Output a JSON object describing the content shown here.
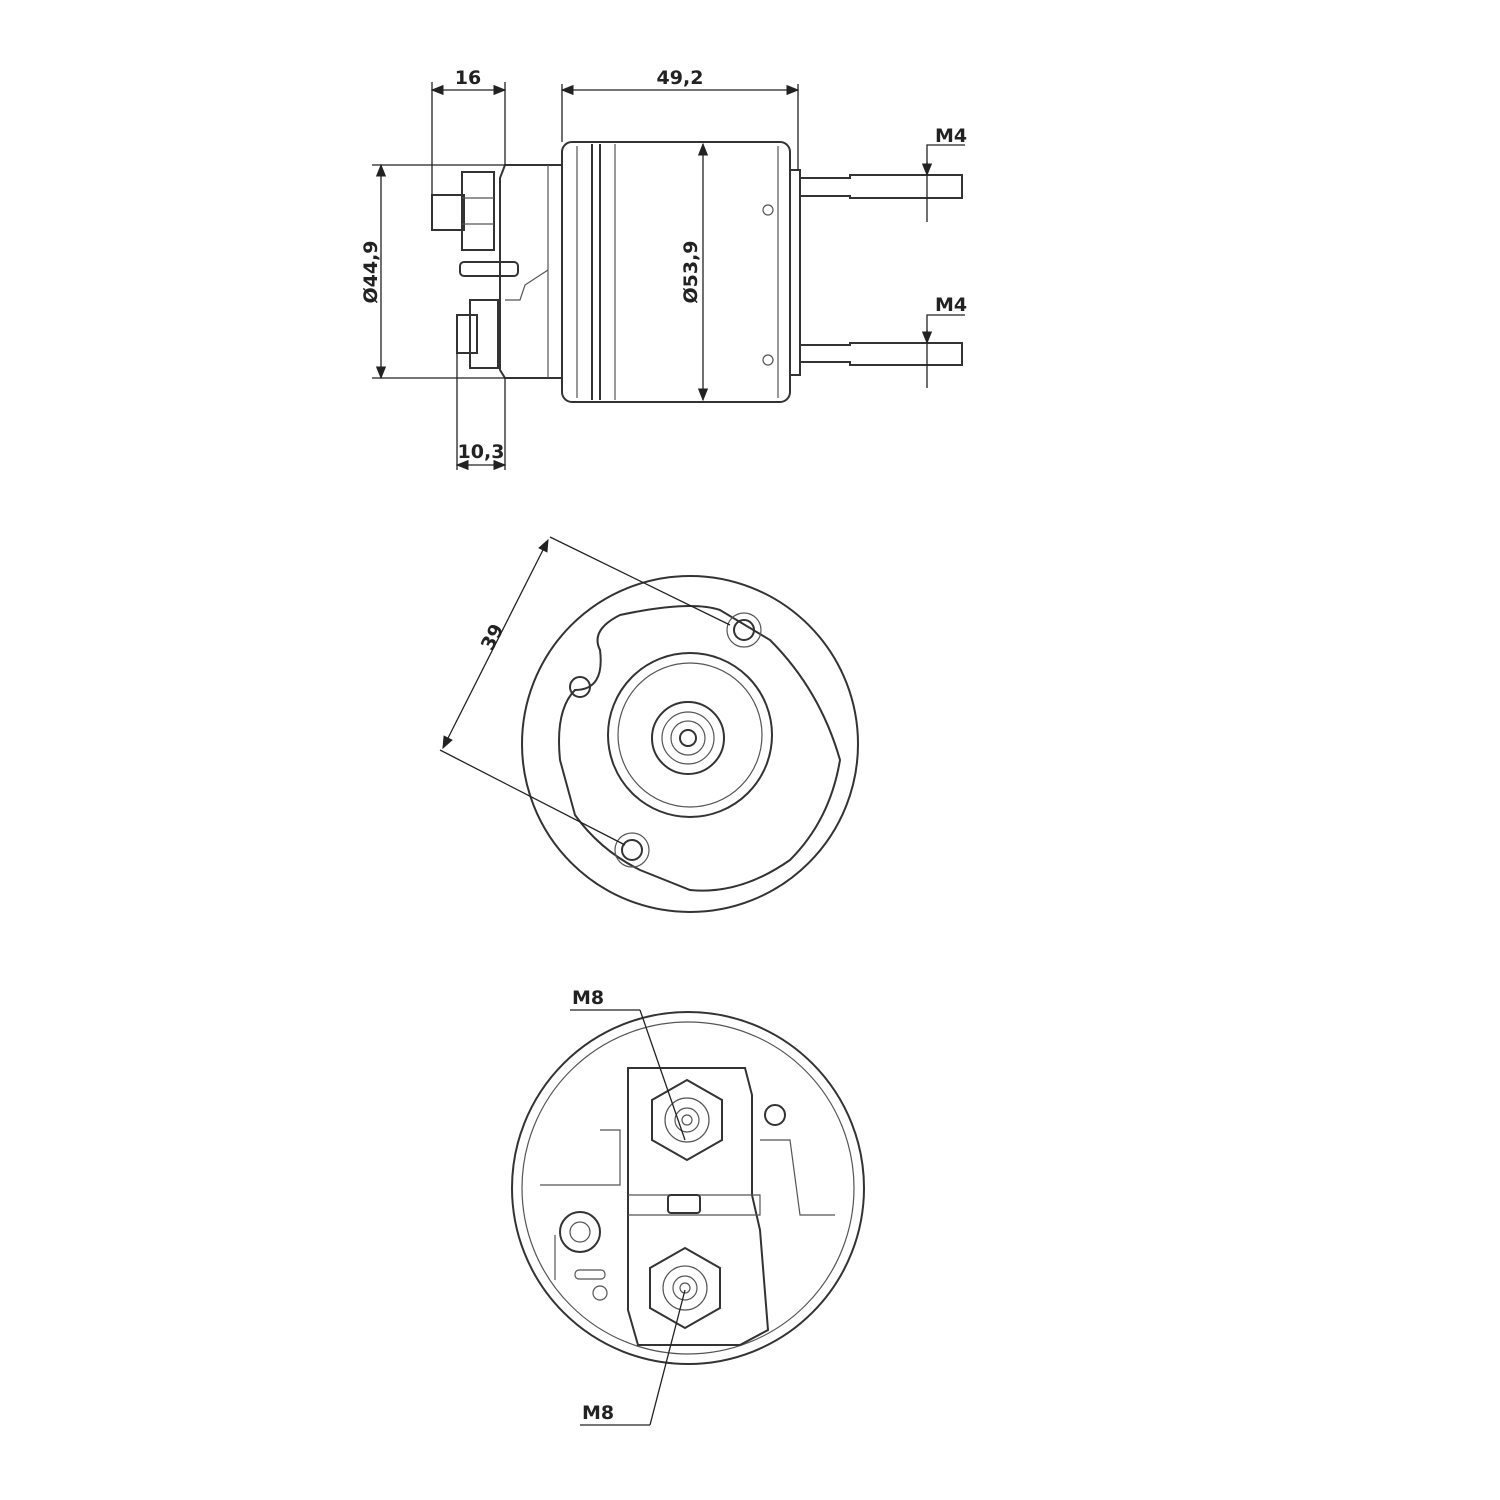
{
  "side_view": {
    "dim_terminal_offset": "16",
    "dim_body_length": "49,2",
    "dim_flange_diameter": "Ø44,9",
    "dim_body_diameter": "Ø53,9",
    "dim_nut_width": "10,3",
    "thread_upper_stud": "M4",
    "thread_lower_stud": "M4"
  },
  "rear_view": {
    "dim_hole_spacing": "39"
  },
  "front_view": {
    "thread_upper_terminal": "M8",
    "thread_lower_terminal": "M8"
  },
  "colors": {
    "line": "#333333",
    "background": "#ffffff"
  }
}
